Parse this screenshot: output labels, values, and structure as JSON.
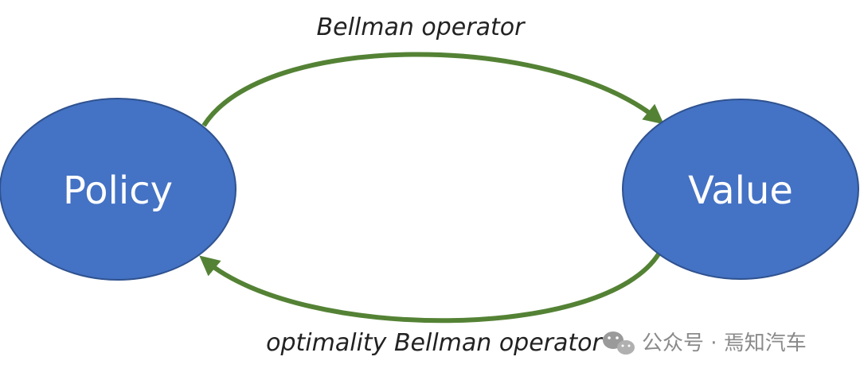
{
  "nodes": {
    "policy": {
      "label": "Policy"
    },
    "value": {
      "label": "Value"
    }
  },
  "edges": {
    "top": {
      "label": "Bellman operator"
    },
    "bottom": {
      "label": "optimality Bellman operator"
    }
  },
  "watermark": {
    "text": "公众号 · 焉知汽车"
  },
  "colors": {
    "node_fill": "#4472C4",
    "node_stroke": "#2F528F",
    "arrow": "#548235",
    "node_text": "#FFFFFF"
  }
}
